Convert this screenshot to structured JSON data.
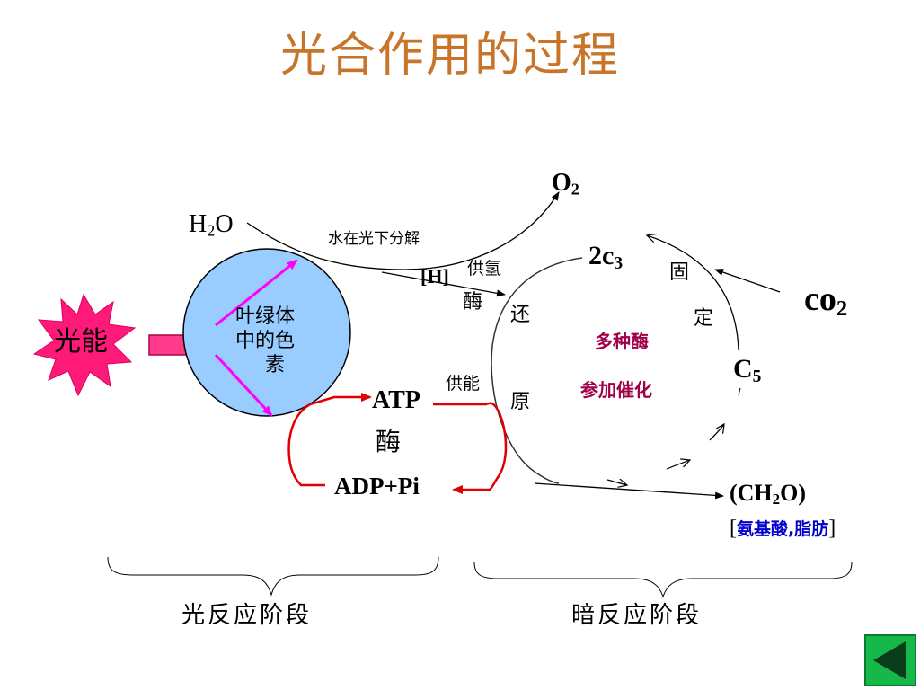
{
  "title": "光合作用的过程",
  "light_energy": "光能",
  "chloroplast": {
    "line1": "叶绿体",
    "line2": "中的色",
    "line3": "素"
  },
  "water": {
    "main": "H",
    "sub": "2",
    "tail": "O"
  },
  "oxygen": {
    "main": "O",
    "sub": "2"
  },
  "water_split": "水在光下分解",
  "hydrogen": "[H]",
  "supply_hydrogen": "供氢",
  "enzyme_top": "酶",
  "reduction_1": "还",
  "reduction_2": "原",
  "atp": "ATP",
  "supply_energy": "供能",
  "enzyme_mid": "酶",
  "adp": "ADP+Pi",
  "c3": {
    "main": "2c",
    "sub": "3"
  },
  "fix_1": "固",
  "fix_2": "定",
  "co2": {
    "main": "co",
    "sub": "2"
  },
  "c5": {
    "main": "C",
    "sub": "5"
  },
  "enzymes_1": "多种酶",
  "enzymes_2": "参加催化",
  "product": {
    "open": "(CH",
    "sub": "2",
    "close": "O)"
  },
  "other_products": {
    "open": "[",
    "text": "氨基酸,脂肪",
    "close": "]"
  },
  "stage_light": "光反应阶段",
  "stage_dark": "暗反应阶段",
  "colors": {
    "title": "#c8752a",
    "chloroplast": "#99ccff",
    "starburst": "#ff1a7a",
    "pink_arrow": "#ff3c8c",
    "magenta": "#ff00ff",
    "red_cycle": "#e00000",
    "enzyme_text": "#a0004a",
    "amino_text": "#0000cc",
    "nav_button": "#16b84a"
  }
}
